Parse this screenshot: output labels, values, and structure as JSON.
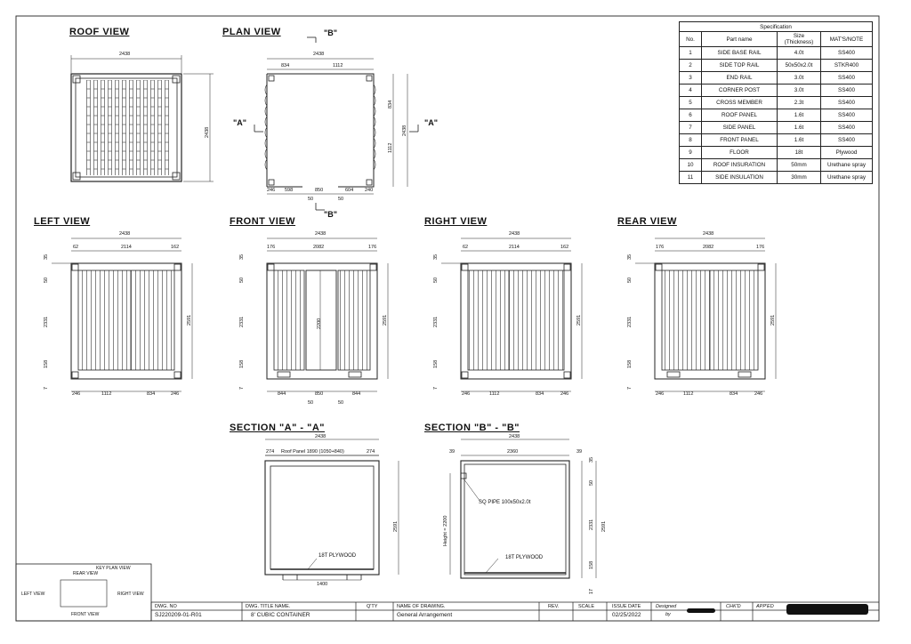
{
  "views": {
    "roof": "ROOF VIEW",
    "plan": "PLAN VIEW",
    "left": "LEFT VIEW",
    "front": "FRONT VIEW",
    "right": "RIGHT VIEW",
    "rear": "REAR VIEW",
    "section_a": "SECTION \"A\" - \"A\"",
    "section_b": "SECTION \"B\" - \"B\""
  },
  "markers": {
    "a": "\"A\"",
    "b": "\"B\""
  },
  "dims": {
    "d2438": "2438",
    "roof_h": "2438",
    "plan_top_l": "834",
    "plan_top_r": "1112",
    "plan_right_t": "834",
    "plan_right_b": "1112",
    "plan_b1": "246",
    "plan_b2": "598",
    "plan_b3": "850",
    "plan_b4": "604",
    "plan_b5": "240",
    "plan_b6": "50",
    "plan_b7": "50",
    "side_l": "62",
    "side_m": "2114",
    "side_r": "162",
    "front_l": "176",
    "front_m": "2082",
    "front_r": "176",
    "h35": "35",
    "h50": "50",
    "h2331": "2331",
    "h158": "158",
    "h7": "7",
    "h2591": "2591",
    "h2200": "2200",
    "bot_246": "246",
    "bot_1112": "1112",
    "bot_834": "834",
    "bot_844": "844",
    "bot_850": "850",
    "bot_50": "50",
    "sec_274": "274",
    "sec_roof_panel": "Roof Panel 1890 (1050+840)",
    "sec_1400": "1400",
    "sec_39": "39",
    "sec_2360": "2360",
    "sec_35": "35",
    "sec_17": "17",
    "sec_height": "Height = 2200"
  },
  "notes": {
    "plywood": "18T PLYWOOD",
    "sq_pipe": "SQ PIPE 100x50x2.0t"
  },
  "spec": {
    "caption": "Specification",
    "headers": [
      "No.",
      "Part name",
      "Size\n(Thickness)",
      "MAT'S/NOTE"
    ],
    "rows": [
      [
        "1",
        "SIDE BASE RAIL",
        "4.0t",
        "SS400"
      ],
      [
        "2",
        "SIDE TOP RAIL",
        "50x50x2.0t",
        "STKR400"
      ],
      [
        "3",
        "END RAIL",
        "3.0t",
        "SS400"
      ],
      [
        "4",
        "CORNER POST",
        "3.0t",
        "SS400"
      ],
      [
        "5",
        "CROSS MEMBER",
        "2.3t",
        "SS400"
      ],
      [
        "6",
        "ROOF PANEL",
        "1.6t",
        "SS400"
      ],
      [
        "7",
        "SIDE PANEL",
        "1.6t",
        "SS400"
      ],
      [
        "8",
        "FRONT PANEL",
        "1.6t",
        "SS400"
      ],
      [
        "9",
        "FLOOR",
        "18t",
        "Plywood"
      ],
      [
        "10",
        "ROOF INSURATION",
        "50mm",
        "Urethane spray"
      ],
      [
        "11",
        "SIDE INSULATION",
        "30mm",
        "Urethane spray"
      ]
    ]
  },
  "key_plan": {
    "title": "KEY PLAN VIEW",
    "rear": "REAR VIEW",
    "left": "LEFT VIEW",
    "right": "RIGHT VIEW",
    "front": "FRONT VIEW"
  },
  "title_block": {
    "dwg_no_label": "DWG. NO",
    "dwg_no": "SJ220209-01-R01",
    "title_label": "DWG. TITLE NAME.",
    "title": "8' CUBIC CONTAINER",
    "qty_label": "Q'TY",
    "name_label": "NAME OF DRAWING.",
    "name": "General Arrangement",
    "rev_label": "REV.",
    "scale_label": "SCALE",
    "issue_label": "ISSUE DATE",
    "issue_date": "02/25/2022",
    "designed_label": "Designed",
    "by_label": "by",
    "chkd_label": "CHK'D",
    "apped_label": "APP'ED"
  }
}
